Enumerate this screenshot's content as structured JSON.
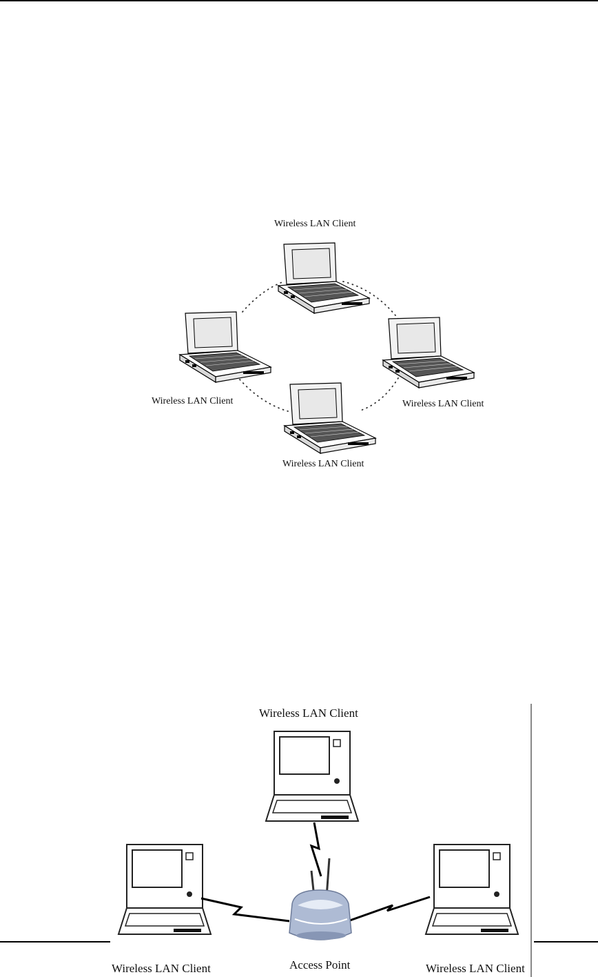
{
  "adhoc_diagram": {
    "label_top": "Wireless LAN Client",
    "label_left": "Wireless LAN Client",
    "label_right": "Wireless LAN Client",
    "label_bottom": "Wireless LAN Client"
  },
  "infrastructure_diagram": {
    "label_top": "Wireless LAN Client",
    "label_left": "Wireless LAN Client",
    "label_center": "Access Point",
    "label_right": "Wireless LAN Client"
  }
}
